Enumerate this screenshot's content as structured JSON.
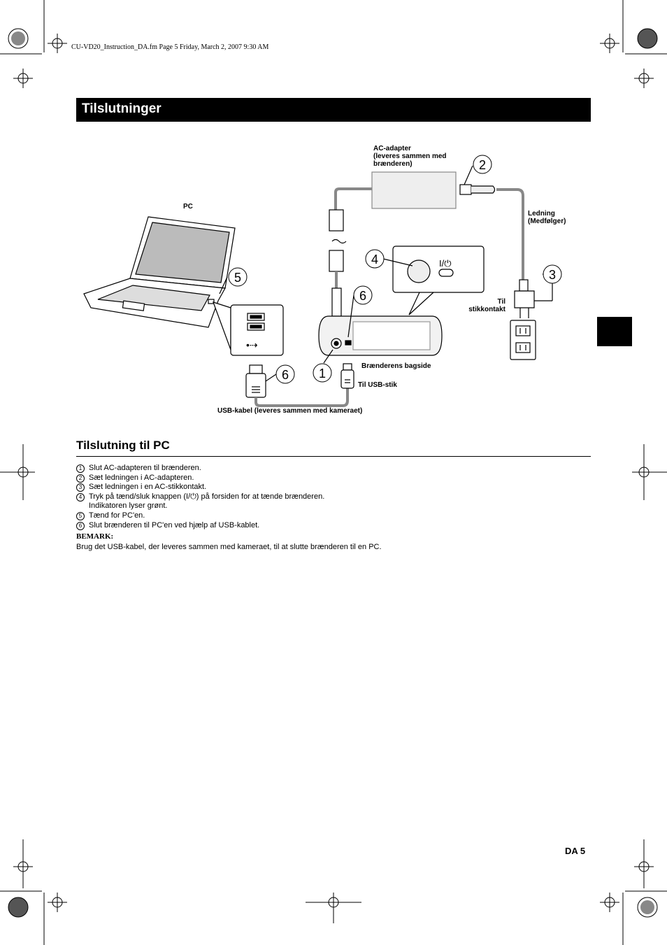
{
  "header": {
    "file_line": "CU-VD20_Instruction_DA.fm  Page 5  Friday, March 2, 2007  9:30 AM"
  },
  "banner": {
    "title": "Tilslutninger"
  },
  "diagram": {
    "labels": {
      "ac_adapter": "AC-adapter\n(leveres sammen med\nbrænderen)",
      "pc": "PC",
      "cord": "Ledning\n(Medfølger)",
      "outlet": "Til\nstikkontakt",
      "burner_back": "Brænderens bagside",
      "usb_port": "Til USB-stik",
      "usb_cable": "USB-kabel (leveres sammen med kameraet)",
      "power_symbol": "I/⏻"
    },
    "callouts": [
      "1",
      "2",
      "3",
      "4",
      "5",
      "6",
      "6"
    ]
  },
  "section": {
    "title": "Tilslutning til PC",
    "steps": [
      {
        "num": "1",
        "text": "Slut AC-adapteren til brænderen."
      },
      {
        "num": "2",
        "text": "Sæt ledningen i AC-adapteren."
      },
      {
        "num": "3",
        "text": "Sæt ledningen i en AC-stikkontakt."
      },
      {
        "num": "4",
        "text": "Tryk på tænd/sluk knappen (I/⏻) på forsiden for at tænde brænderen."
      },
      {
        "num": "",
        "text": "Indikatoren lyser grønt."
      },
      {
        "num": "5",
        "text": "Tænd for PC'en."
      },
      {
        "num": "6",
        "text": "Slut brænderen til PC'en ved hjælp af USB-kablet."
      }
    ],
    "note_title": "BEMARK:",
    "note_text": "Brug det USB-kabel, der leveres sammen med kameraet, til at slutte brænderen til en PC."
  },
  "footer": {
    "page": "DA  5"
  }
}
